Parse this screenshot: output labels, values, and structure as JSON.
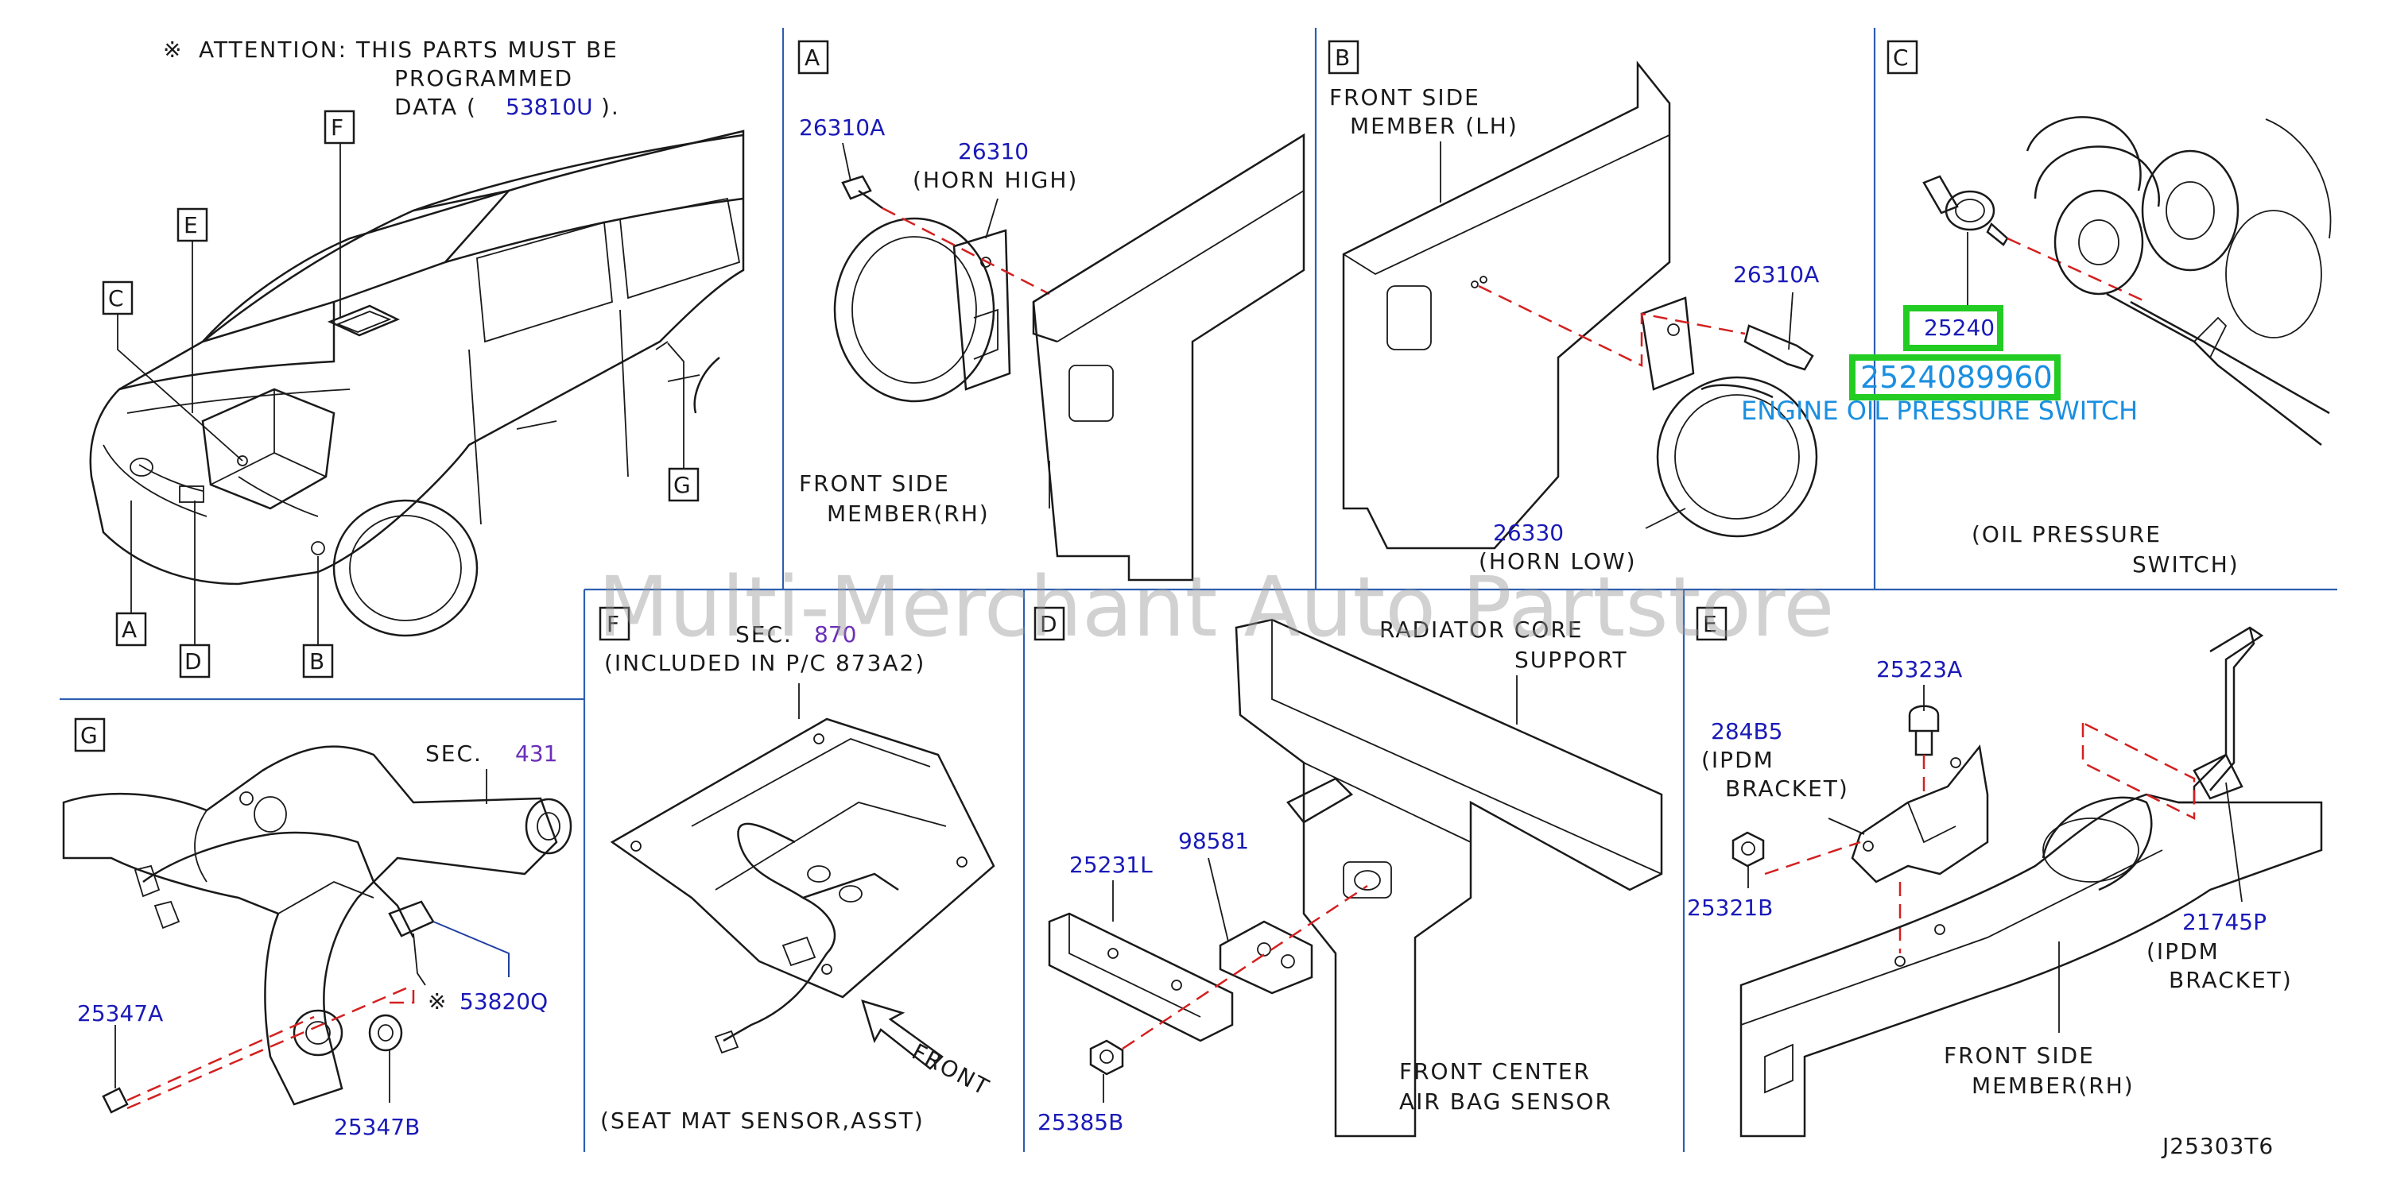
{
  "attention": {
    "symbol": "※",
    "line1": "ATTENTION:  THIS  PARTS  MUST  BE",
    "line2": "PROGRAMMED",
    "line3_prefix": "DATA  (",
    "line3_part": "53810U",
    "line3_suffix": ")."
  },
  "vehicle_callouts": [
    "A",
    "B",
    "C",
    "D",
    "E",
    "F",
    "G"
  ],
  "panels": {
    "A": {
      "letter": "A",
      "part_bolt": "26310A",
      "part_horn": "26310",
      "horn_desc": "(HORN   HIGH)",
      "member_line1": "FRONT   SIDE",
      "member_line2": "MEMBER(RH)"
    },
    "B": {
      "letter": "B",
      "member_line1": "FRONT   SIDE",
      "member_line2": "MEMBER   (LH)",
      "part_bolt": "26310A",
      "part_horn": "26330",
      "horn_desc": "(HORN   LOW)"
    },
    "C": {
      "letter": "C",
      "part_switch": "25240",
      "oem_number": "2524089960",
      "switch_name": "ENGINE OIL PRESSURE SWITCH",
      "caption_line1": "(OIL    PRESSURE",
      "caption_line2": "SWITCH)"
    },
    "F": {
      "letter": "F",
      "sec_label": "SEC.",
      "sec_number": "870",
      "included": "(INCLUDED   IN   P/C   873A2)",
      "front_label": "FRONT",
      "caption": "(SEAT    MAT    SENSOR,ASST)"
    },
    "D": {
      "letter": "D",
      "core_line1": "RADIATOR   CORE",
      "core_line2": "SUPPORT",
      "part_bracket": "25231L",
      "part_clip": "98581",
      "part_nut": "25385B",
      "sensor_line1": "FRONT    CENTER",
      "sensor_line2": "AIR  BAG   SENSOR"
    },
    "E": {
      "letter": "E",
      "part_bolt": "25323A",
      "part_ipdm": "284B5",
      "ipdm_line1": "(IPDM",
      "ipdm_line2": "BRACKET)",
      "part_nut": "25321B",
      "part_bracket": "21745P",
      "bracket_line1": "(IPDM",
      "bracket_line2": "BRACKET)",
      "member_line1": "FRONT   SIDE",
      "member_line2": "MEMBER(RH)"
    },
    "G": {
      "letter": "G",
      "sec_label": "SEC.",
      "sec_number": "431",
      "part_bolt": "25347A",
      "part_sensor_symbol": "※",
      "part_sensor": "53820Q",
      "part_nut": "25347B"
    }
  },
  "diagram_code": "J25303T6",
  "watermark": "Multi-Merchant Auto Partstore",
  "colors": {
    "part_number": "#1a1ab8",
    "section_number": "#6a2fb8",
    "highlight": "#22cc22",
    "oem_text": "#1a8fe0",
    "dashed_line": "#d42020",
    "separator": "#2f5fb0"
  }
}
